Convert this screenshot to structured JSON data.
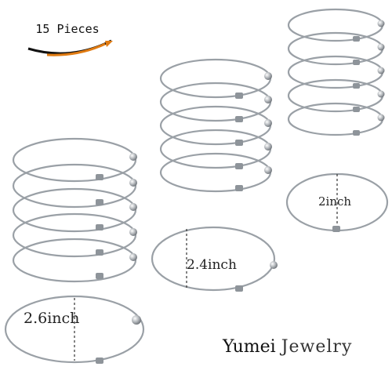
{
  "badge": {
    "text": "15 Pieces"
  },
  "sizes": {
    "small": "2inch",
    "medium": "2.4inch",
    "large": "2.6inch"
  },
  "brand": {
    "first": "Yumei",
    "second": "Jewelry"
  },
  "colors": {
    "metal": "#9aa0a6",
    "metal_dark": "#6d7278",
    "accent_arrow": "#e07b12",
    "text": "#111111"
  }
}
